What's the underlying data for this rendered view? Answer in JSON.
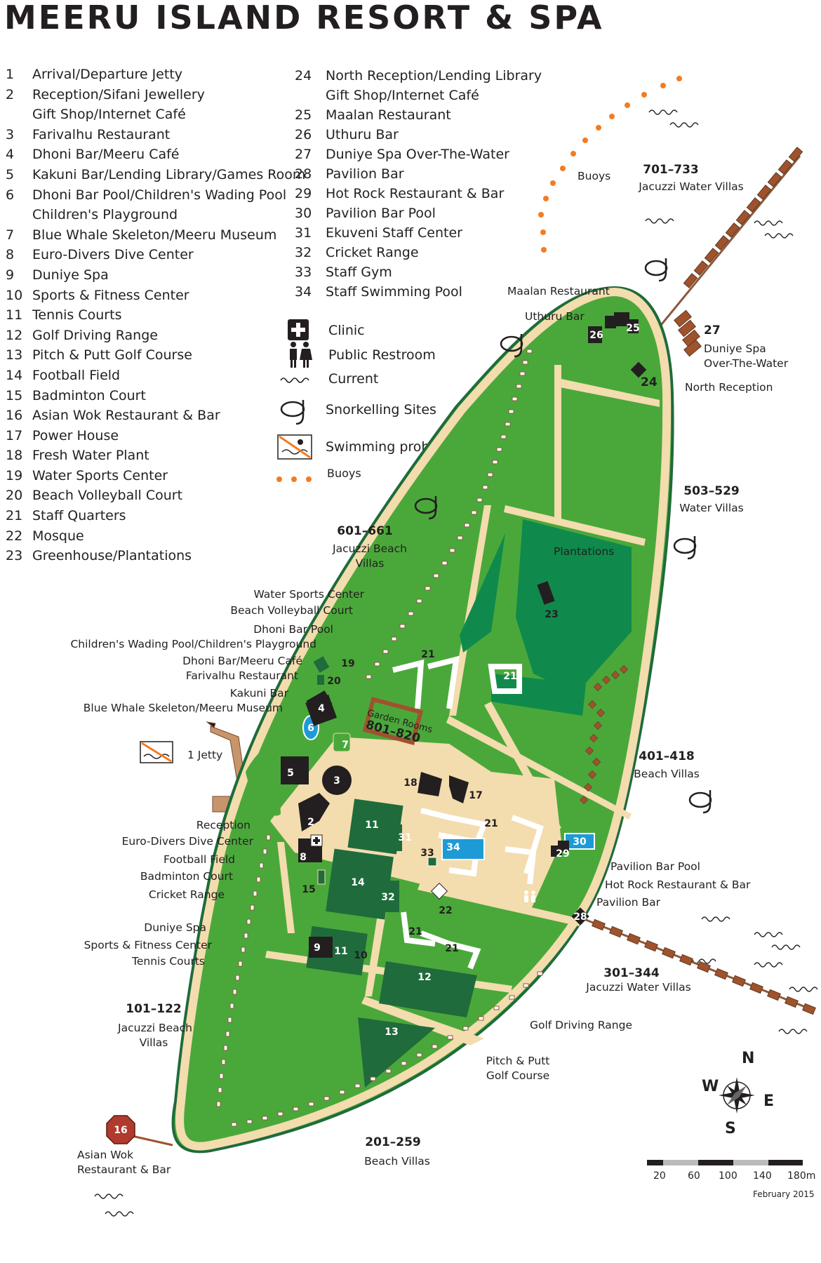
{
  "title": "MEERU ISLAND RESORT & SPA",
  "legend_left": [
    {
      "n": "1",
      "text": "Arrival/Departure Jetty"
    },
    {
      "n": "2",
      "text": "Reception/Sifani Jewellery"
    },
    {
      "n": "",
      "text": "Gift Shop/Internet Café"
    },
    {
      "n": "3",
      "text": "Farivalhu Restaurant"
    },
    {
      "n": "4",
      "text": "Dhoni Bar/Meeru Café"
    },
    {
      "n": "5",
      "text": "Kakuni Bar/Lending Library/Games Room"
    },
    {
      "n": "6",
      "text": "Dhoni Bar Pool/Children's Wading Pool"
    },
    {
      "n": "",
      "text": "Children's Playground"
    },
    {
      "n": "7",
      "text": "Blue Whale Skeleton/Meeru Museum"
    },
    {
      "n": "8",
      "text": "Euro-Divers Dive Center"
    },
    {
      "n": "9",
      "text": "Duniye Spa"
    },
    {
      "n": "10",
      "text": "Sports & Fitness Center"
    },
    {
      "n": "11",
      "text": "Tennis Courts"
    },
    {
      "n": "12",
      "text": "Golf Driving Range"
    },
    {
      "n": "13",
      "text": "Pitch & Putt Golf Course"
    },
    {
      "n": "14",
      "text": "Football Field"
    },
    {
      "n": "15",
      "text": "Badminton Court"
    },
    {
      "n": "16",
      "text": "Asian Wok Restaurant & Bar"
    },
    {
      "n": "17",
      "text": "Power House"
    },
    {
      "n": "18",
      "text": "Fresh Water Plant"
    },
    {
      "n": "19",
      "text": "Water Sports Center"
    },
    {
      "n": "20",
      "text": "Beach Volleyball Court"
    },
    {
      "n": "21",
      "text": "Staff Quarters"
    },
    {
      "n": "22",
      "text": "Mosque"
    },
    {
      "n": "23",
      "text": "Greenhouse/Plantations"
    }
  ],
  "legend_right": [
    {
      "n": "24",
      "text": "North Reception/Lending Library"
    },
    {
      "n": "",
      "text": "Gift Shop/Internet Café"
    },
    {
      "n": "25",
      "text": "Maalan Restaurant"
    },
    {
      "n": "26",
      "text": "Uthuru Bar"
    },
    {
      "n": "27",
      "text": "Duniye Spa  Over-The-Water"
    },
    {
      "n": "28",
      "text": "Pavilion Bar"
    },
    {
      "n": "29",
      "text": "Hot Rock Restaurant & Bar"
    },
    {
      "n": "30",
      "text": "Pavilion Bar Pool"
    },
    {
      "n": "31",
      "text": "Ekuveni Staff Center"
    },
    {
      "n": "32",
      "text": "Cricket Range"
    },
    {
      "n": "33",
      "text": "Staff Gym"
    },
    {
      "n": "34",
      "text": "Staff Swimming Pool"
    }
  ],
  "key": {
    "clinic": "Clinic",
    "restroom": "Public Restroom",
    "current": "Current",
    "snorkel": "Snorkelling  Sites",
    "swim": "Swimming prohibited",
    "buoys": "Buoys"
  },
  "map_labels": {
    "buoys": "Buoys",
    "v701_num": "701–733",
    "v701_txt": "Jacuzzi Water Villas",
    "maalan": "Maalan Restaurant",
    "uthuru": "Uthuru Bar",
    "n27": "27",
    "duniye_ow1": "Duniye Spa",
    "duniye_ow2": "Over-The-Water",
    "n24": "24",
    "north_reception": "North Reception",
    "v503_num": "503–529",
    "v503_txt": "Water Villas",
    "v601_num": "601–661",
    "v601_txt1": "Jacuzzi Beach",
    "v601_txt2": "Villas",
    "plantations": "Plantations",
    "ws": "Water Sports Center",
    "bv": "Beach Volleyball Court",
    "dbp": "Dhoni Bar Pool",
    "cwp": "Children's Wading Pool/Children's Playground",
    "dbm": "Dhoni Bar/Meeru Café",
    "far": "Farivalhu Restaurant",
    "kak": "Kakuni Bar",
    "bws": "Blue Whale Skeleton/Meeru Museum",
    "garden1": "Garden Rooms",
    "garden2": "801–820",
    "jetty": "1 Jetty",
    "v401_num": "401–418",
    "v401_txt": "Beach Villas",
    "rec": "Reception",
    "edd": "Euro-Divers Dive Center",
    "ff": "Football Field",
    "bc": "Badminton Court",
    "cr": "Cricket Range",
    "pbp": "Pavilion Bar Pool",
    "hrr": "Hot Rock Restaurant & Bar",
    "pb": "Pavilion Bar",
    "ds": "Duniye Spa",
    "sfc": "Sports & Fitness Center",
    "tc": "Tennis Courts",
    "v301_num": "301–344",
    "v301_txt": "Jacuzzi Water Villas",
    "v101_num": "101–122",
    "v101_txt1": "Jacuzzi Beach",
    "v101_txt2": "Villas",
    "gdr": "Golf Driving Range",
    "pp1": "Pitch & Putt",
    "pp2": "Golf Course",
    "aw1": "Asian Wok",
    "aw2": "Restaurant & Bar",
    "v201_num": "201–259",
    "v201_txt": "Beach Villas"
  },
  "markers": {
    "m2": "2",
    "m3": "3",
    "m4": "4",
    "m5": "5",
    "m6": "6",
    "m7": "7",
    "m8": "8",
    "m9": "9",
    "m10": "10",
    "m11a": "11",
    "m11b": "11",
    "m12": "12",
    "m13": "13",
    "m14": "14",
    "m15": "15",
    "m16": "16",
    "m17": "17",
    "m18": "18",
    "m19": "19",
    "m20": "20",
    "m21a": "21",
    "m21b": "21",
    "m21c": "21",
    "m21d": "21",
    "m21e": "21",
    "m22": "22",
    "m23": "23",
    "m25": "25",
    "m26": "26",
    "m28": "28",
    "m29": "29",
    "m30": "30",
    "m31": "31",
    "m32": "32",
    "m33": "33",
    "m34": "34"
  },
  "compass": {
    "n": "N",
    "s": "S",
    "e": "E",
    "w": "W"
  },
  "scale": {
    "ticks": [
      "20",
      "60",
      "100",
      "140",
      "180m"
    ],
    "date": "February 2015"
  },
  "colors": {
    "land": "#4aa83a",
    "sand": "#f3dcae",
    "dark": "#1f6b3c",
    "mid": "#0f8a4c",
    "pool": "#1e9ad6",
    "buoy": "#f47b20",
    "villa": "#a0522d",
    "road": "#f3dcae"
  }
}
